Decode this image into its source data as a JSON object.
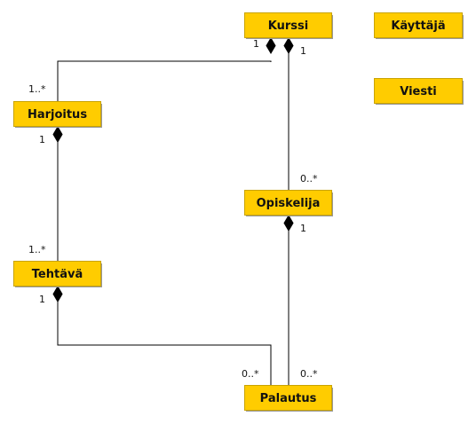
{
  "colors": {
    "class_fill": "#ffcc00",
    "class_border": "#c9a300",
    "line": "#000000"
  },
  "classes": {
    "kurssi": "Kurssi",
    "kayttaja": "Käyttäjä",
    "viesti": "Viesti",
    "harjoitus": "Harjoitus",
    "opiskelija": "Opiskelija",
    "tehtava": "Tehtävä",
    "palautus": "Palautus"
  },
  "associations": {
    "kurssi_harjoitus": {
      "source": "Kurssi",
      "target": "Harjoitus",
      "kind": "composition",
      "source_mult": "1",
      "target_mult": "1..*"
    },
    "kurssi_opiskelija": {
      "source": "Kurssi",
      "target": "Opiskelija",
      "kind": "composition",
      "source_mult": "1",
      "target_mult": "0..*"
    },
    "harjoitus_tehtava": {
      "source": "Harjoitus",
      "target": "Tehtävä",
      "kind": "composition",
      "source_mult": "1",
      "target_mult": "1..*"
    },
    "tehtava_palautus": {
      "source": "Tehtävä",
      "target": "Palautus",
      "kind": "composition",
      "source_mult": "1",
      "target_mult": "0..*"
    },
    "opiskelija_palautus": {
      "source": "Opiskelija",
      "target": "Palautus",
      "kind": "composition",
      "source_mult": "1",
      "target_mult": "0..*"
    }
  }
}
